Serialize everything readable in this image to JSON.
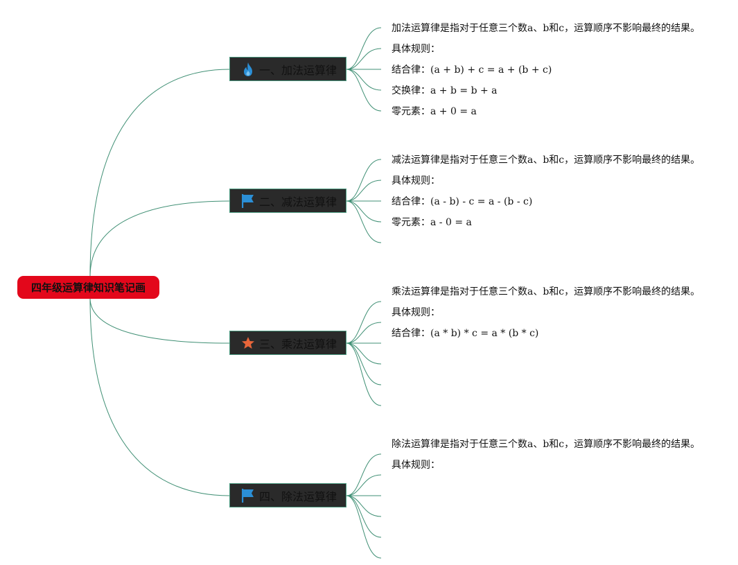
{
  "root": {
    "label": "四年级运算律知识笔记画"
  },
  "branches": [
    {
      "label": "一、加法运算律",
      "icon": "fire-icon",
      "icon_color": "#2b8fd6",
      "leaves": [
        "加法运算律是指对于任意三个数a、b和c，运算顺序不影响最终的结果。",
        "具体规则：",
        "结合律：(a + b) + c = a + (b + c)",
        "交换律：a + b = b + a",
        "零元素：a + 0 = a"
      ],
      "empty_leaves": 0
    },
    {
      "label": "二、减法运算律",
      "icon": "flag-icon",
      "icon_color": "#2b8fd6",
      "leaves": [
        "减法运算律是指对于任意三个数a、b和c，运算顺序不影响最终的结果。",
        "具体规则：",
        "结合律：(a - b) - c = a - (b - c)",
        "零元素：a - 0 = a"
      ],
      "empty_leaves": 1
    },
    {
      "label": "三、乘法运算律",
      "icon": "star-icon",
      "icon_color": "#e8663a",
      "leaves": [
        "乘法运算律是指对于任意三个数a、b和c，运算顺序不影响最终的结果。",
        "具体规则：",
        "结合律：(a * b) * c = a * (b * c)"
      ],
      "empty_leaves": 3
    },
    {
      "label": "四、除法运算律",
      "icon": "flag-icon",
      "icon_color": "#2b8fd6",
      "leaves": [
        "除法运算律是指对于任意三个数a、b和c，运算顺序不影响最终的结果。",
        "具体规则："
      ],
      "empty_leaves": 4
    }
  ],
  "colors": {
    "root_fill": "#e3071b",
    "branch_fill": "#2a2a2a",
    "branch_border": "#4a9a80",
    "link": "#3f8f74"
  }
}
